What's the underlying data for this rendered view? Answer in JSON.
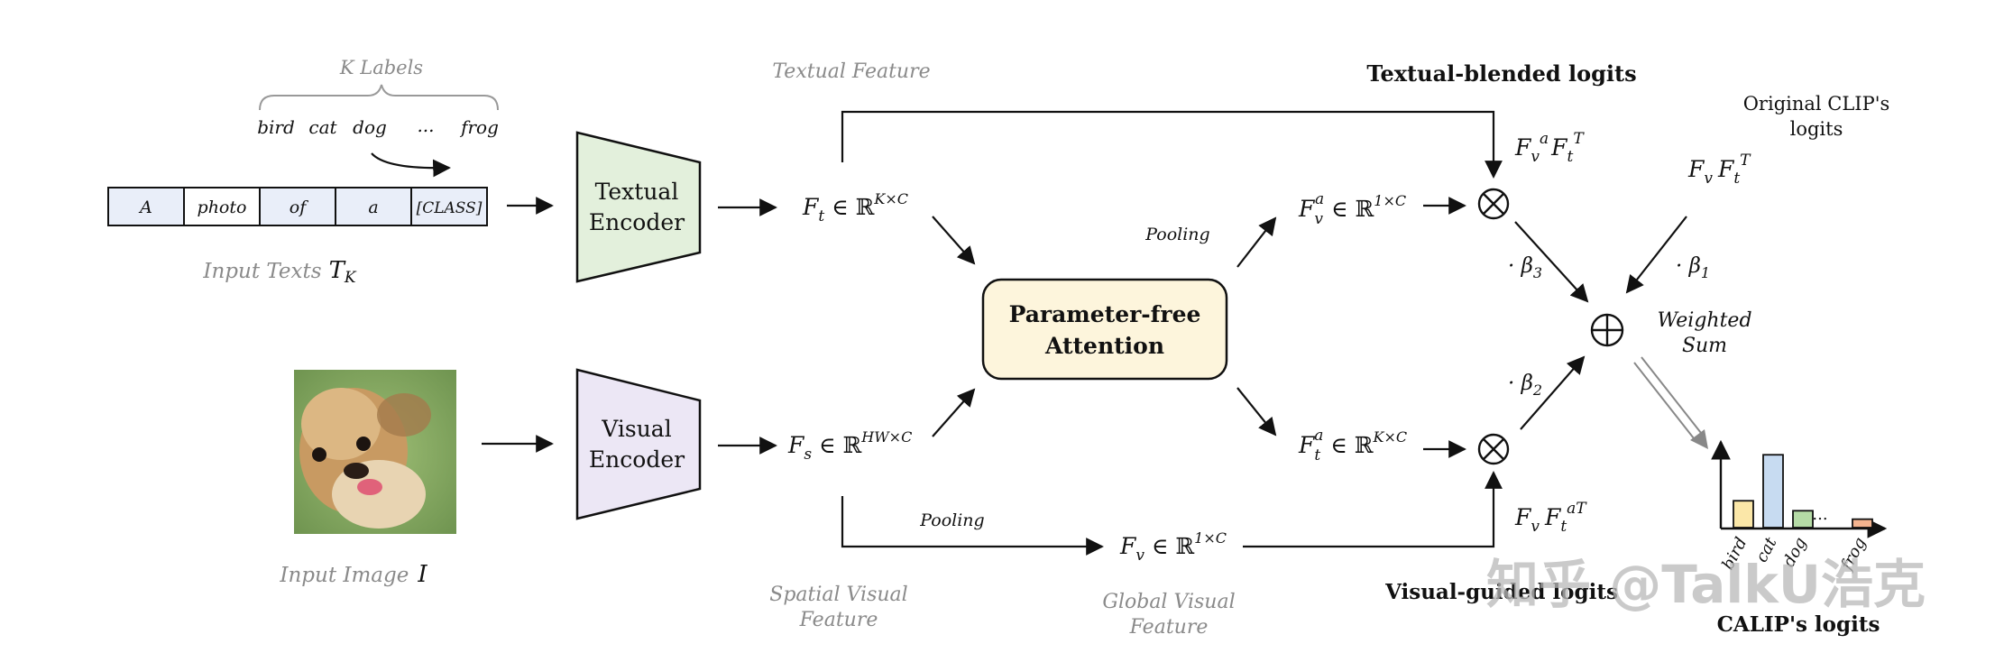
{
  "colors": {
    "textual_encoder_fill": "#e3f0dc",
    "visual_encoder_fill": "#ece7f5",
    "attention_fill": "#fdf5dc",
    "token_fill": "#e9eef9",
    "bar_bird": "#fbe7a8",
    "bar_cat": "#c7dbf1",
    "bar_dog": "#b5dba6",
    "bar_frog": "#f3b38f"
  },
  "labels": {
    "k_labels": "K Labels",
    "words": [
      "bird",
      "cat",
      "dog",
      "...",
      "frog"
    ],
    "tokens": [
      "A",
      "photo",
      "of",
      "a",
      "[CLASS]"
    ],
    "input_texts": "Input Texts",
    "input_texts_sym": "T",
    "input_texts_sub": "K",
    "input_image": "Input Image",
    "input_image_sym": "I",
    "textual_feature": "Textual Feature",
    "spatial_visual_feature": [
      "Spatial Visual",
      "Feature"
    ],
    "global_visual_feature": [
      "Global Visual",
      "Feature"
    ],
    "textual_encoder": [
      "Textual",
      "Encoder"
    ],
    "visual_encoder": [
      "Visual",
      "Encoder"
    ],
    "attention": [
      "Parameter-free",
      "Attention"
    ],
    "pooling_top": "Pooling",
    "pooling_bottom": "Pooling",
    "textual_blended_logits": "Textual-blended logits",
    "visual_guided_logits": "Visual-guided logits",
    "original_clip_logits": [
      "Original CLIP's",
      "logits"
    ],
    "weighted_sum": [
      "Weighted",
      "Sum"
    ],
    "calip_logits": "CALIP's logits",
    "bar_labels": [
      "bird",
      "cat",
      "dog",
      "...",
      "frog"
    ],
    "bar_dots": "...",
    "otimes": "⊗",
    "oplus": "⊕",
    "watermark": "知乎 @TalkU浩克"
  },
  "math": {
    "ft": "F",
    "ft_sub": "t",
    "ft_in": " ∈ ℝ",
    "ft_sup": "K×C",
    "fs": "F",
    "fs_sub": "s",
    "fs_in": " ∈ ℝ",
    "fs_sup": "HW×C",
    "fva": "F",
    "fva_sub": "v",
    "fva_sup1": "a",
    "fva_in": " ∈ ℝ",
    "fva_sup": "1×C",
    "fta": "F",
    "fta_sub": "t",
    "fta_sup1": "a",
    "fta_in": " ∈ ℝ",
    "fta_sup": "K×C",
    "fv": "F",
    "fv_sub": "v",
    "fv_in": " ∈ ℝ",
    "fv_sup": "1×C",
    "top_logit": [
      "F",
      "v",
      "a",
      "F",
      "t",
      "T"
    ],
    "bottom_logit": [
      "F",
      "v",
      "F",
      "t",
      "aT"
    ],
    "orig_logit": [
      "F",
      "v",
      "F",
      "t",
      "T"
    ],
    "beta1": "· β",
    "beta1_sub": "1",
    "beta2": "· β",
    "beta2_sub": "2",
    "beta3": "· β",
    "beta3_sub": "3"
  },
  "chart_data": {
    "type": "bar",
    "title": "CALIP's logits",
    "categories": [
      "bird",
      "cat",
      "dog",
      "...",
      "frog"
    ],
    "values": [
      0.35,
      0.95,
      0.22,
      0,
      0.11
    ],
    "colors": [
      "#fbe7a8",
      "#c7dbf1",
      "#b5dba6",
      null,
      "#f3b38f"
    ]
  }
}
